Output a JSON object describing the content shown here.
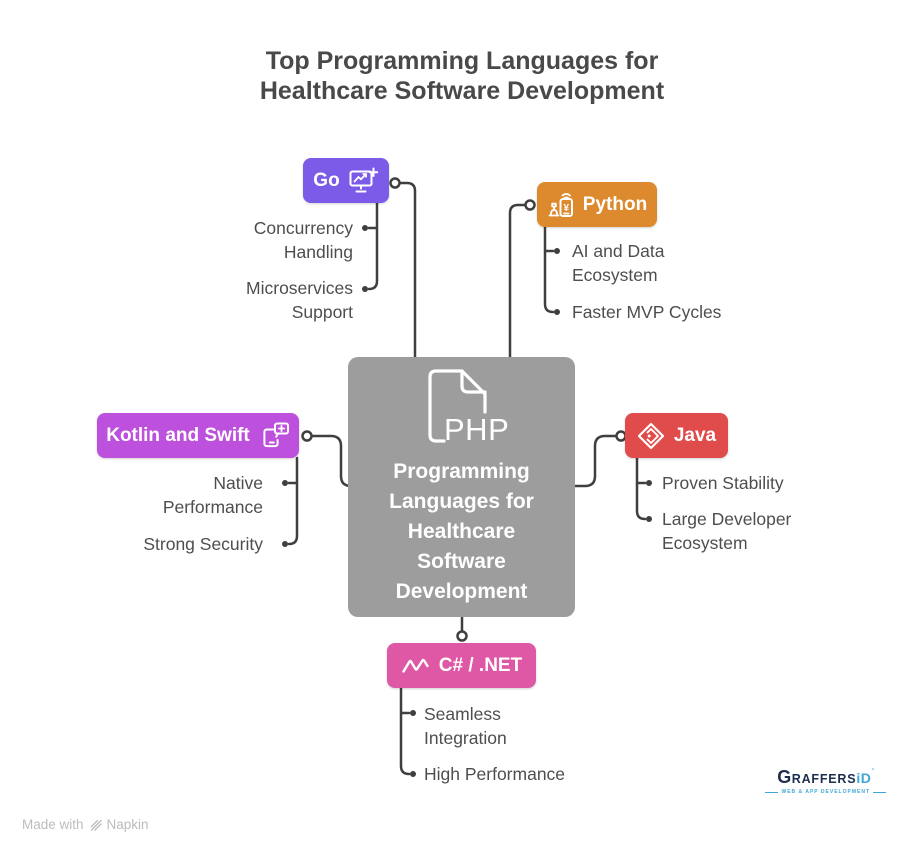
{
  "title": "Top Programming Languages for Healthcare Software Development",
  "colors": {
    "center_bg": "#9d9d9d",
    "go": "#7b5be8",
    "python": "#dd8a2e",
    "kotlin_swift": "#bd50dc",
    "java": "#e04b4b",
    "csharp": "#de58a5",
    "connector_line": "#3f3f3f",
    "item_text": "#4e4e4e",
    "title_text": "#494949"
  },
  "center": {
    "icon": "php-file-icon",
    "icon_label": "PHP",
    "label": "Programming Languages for Healthcare Software Development"
  },
  "branches": [
    {
      "label": "Go",
      "icon": "monitor-chart-plus-icon",
      "color": "#7b5be8",
      "items": [
        "Concurrency Handling",
        "Microservices Support"
      ]
    },
    {
      "label": "Python",
      "icon": "mobile-payment-icon",
      "color": "#dd8a2e",
      "items": [
        "AI and Data Ecosystem",
        "Faster MVP Cycles"
      ]
    },
    {
      "label": "Kotlin and Swift",
      "icon": "phone-chat-plus-icon",
      "color": "#bd50dc",
      "items": [
        "Native Performance",
        "Strong Security"
      ]
    },
    {
      "label": "Java",
      "icon": "diamond-badge-icon",
      "color": "#e04b4b",
      "items": [
        "Proven Stability",
        "Large Developer Ecosystem"
      ]
    },
    {
      "label": "C# / .NET",
      "icon": "wave-icon",
      "color": "#de58a5",
      "items": [
        "Seamless Integration",
        "High Performance"
      ]
    }
  ],
  "footer": {
    "made_with": "Made with",
    "napkin": "Napkin",
    "brand_g": "G",
    "brand_main": "RAFFERS",
    "brand_accent": "iD",
    "brand_mark": "°",
    "brand_tagline": "WEB & APP DEVELOPMENT"
  }
}
